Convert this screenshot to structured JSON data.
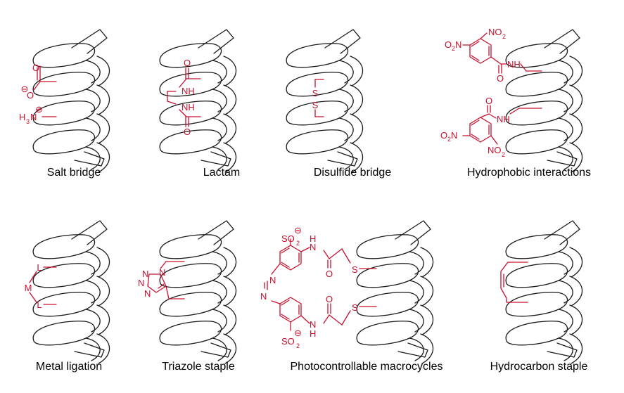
{
  "colors": {
    "helix": "#1a1a1a",
    "chemistry": "#c8102e",
    "caption": "#000000"
  },
  "captions": {
    "salt_bridge": "Salt bridge",
    "lactam": "Lactam",
    "disulfide": "Disulfide bridge",
    "hydrophobic": "Hydrophobic interactions",
    "metal": "Metal ligation",
    "triazole": "Triazole staple",
    "photo": "Photocontrollable macrocycles",
    "hydrocarbon": "Hydrocarbon staple"
  },
  "atoms": {
    "O": "O",
    "N": "N",
    "H": "H",
    "NH": "NH",
    "S": "S",
    "L": "L",
    "M": "M",
    "minus": "⊖",
    "plus": "⊕",
    "sub2": "2",
    "sub3": "3",
    "NO": "NO",
    "SO": "SO"
  }
}
